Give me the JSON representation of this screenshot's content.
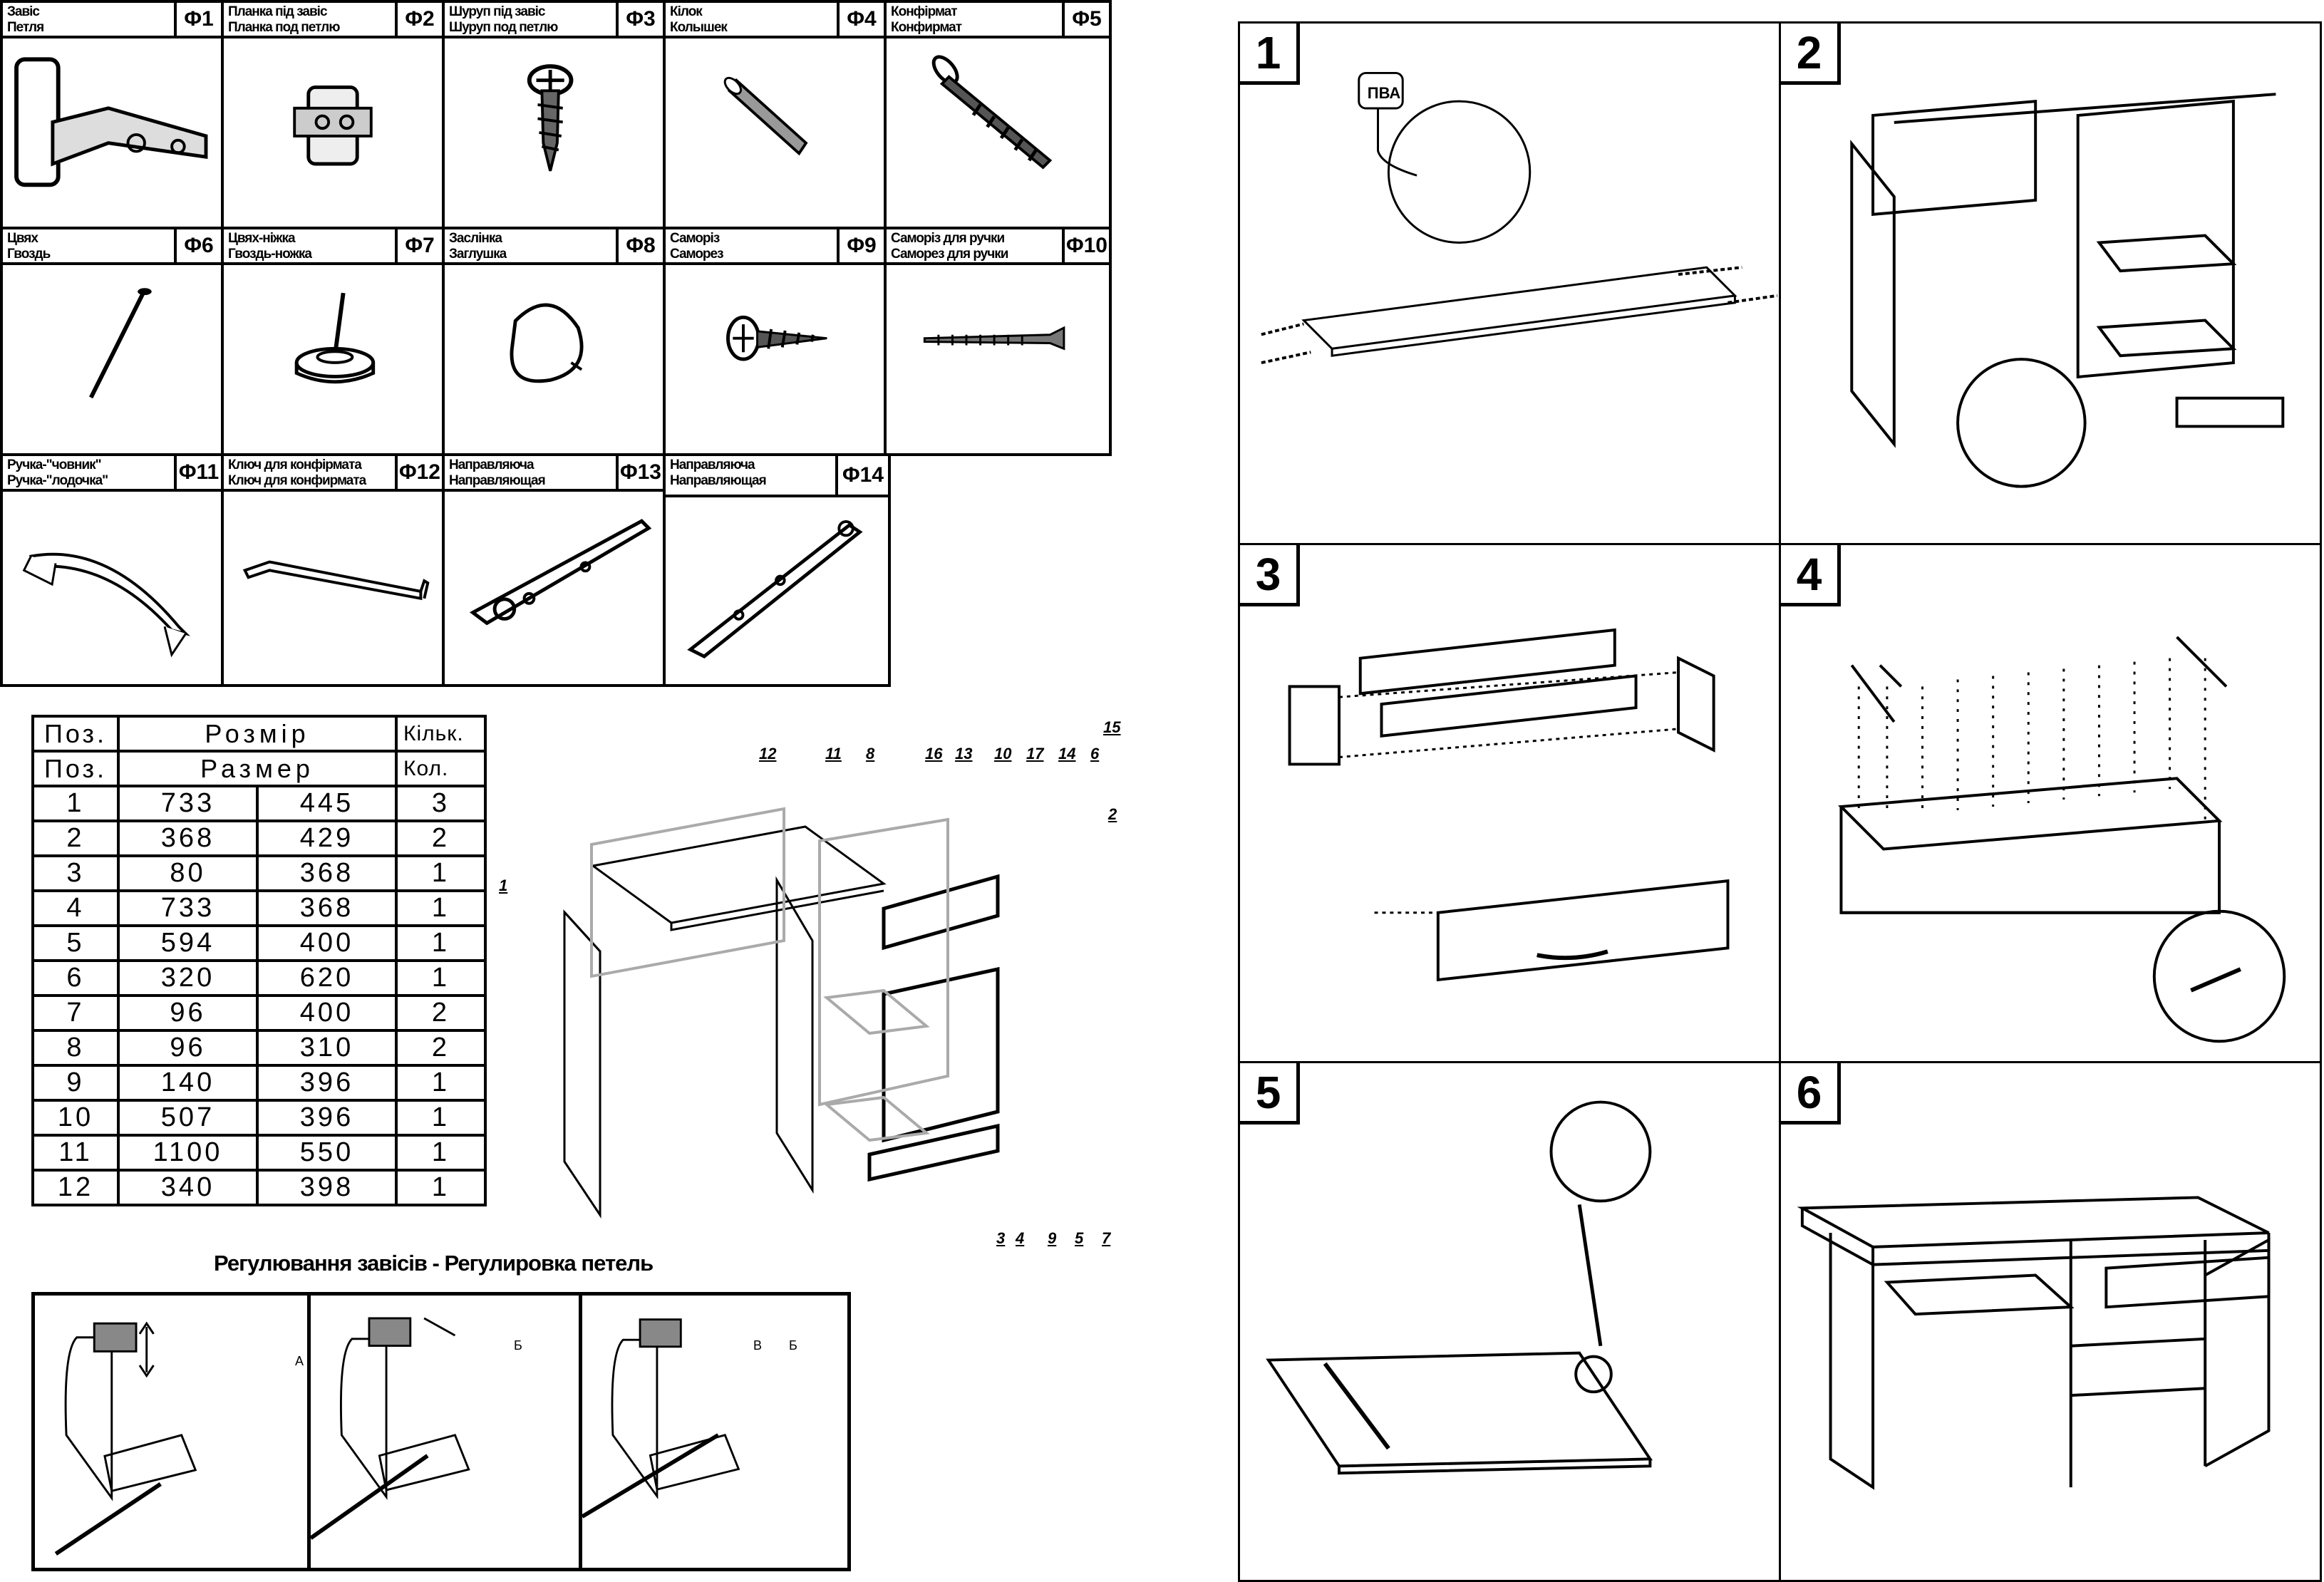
{
  "fittings": [
    {
      "code": "Φ1",
      "name_ua": "Завіс",
      "name_ru": "Петля",
      "icon": "hinge-icon"
    },
    {
      "code": "Φ2",
      "name_ua": "Планка під завіс",
      "name_ru": "Планка под петлю",
      "icon": "mounting-plate-icon"
    },
    {
      "code": "Φ3",
      "name_ua": "Шуруп під завіс",
      "name_ru": "Шуруп под петлю",
      "icon": "hinge-screw-icon"
    },
    {
      "code": "Φ4",
      "name_ua": "Кілок",
      "name_ru": "Колышек",
      "icon": "dowel-icon"
    },
    {
      "code": "Φ5",
      "name_ua": "Конфірмат",
      "name_ru": "Конфирмат",
      "icon": "confirmat-screw-icon"
    },
    {
      "code": "Φ6",
      "name_ua": "Цвях",
      "name_ru": "Гвоздь",
      "icon": "nail-icon"
    },
    {
      "code": "Φ7",
      "name_ua": "Цвях-ніжка",
      "name_ru": "Гвоздь-ножка",
      "icon": "nail-foot-icon"
    },
    {
      "code": "Φ8",
      "name_ua": "Заслінка",
      "name_ru": "Заглушка",
      "icon": "cap-icon"
    },
    {
      "code": "Φ9",
      "name_ua": "Саморіз",
      "name_ru": "Саморез",
      "icon": "self-tapping-screw-icon"
    },
    {
      "code": "Φ10",
      "name_ua": "Саморіз для ручки",
      "name_ru": "Саморез для ручки",
      "icon": "handle-screw-icon"
    },
    {
      "code": "Φ11",
      "name_ua": "Ручка-\"човник\"",
      "name_ru": "Ручка-\"лодочка\"",
      "icon": "boat-handle-icon"
    },
    {
      "code": "Φ12",
      "name_ua": "Ключ для конфірмата",
      "name_ru": "Ключ для конфирмата",
      "icon": "hex-key-icon"
    },
    {
      "code": "Φ13",
      "name_ua": "Направляюча",
      "name_ru": "Направляющая",
      "icon": "drawer-runner-icon"
    },
    {
      "code": "Φ14",
      "name_ua": "Направляюча",
      "name_ru": "Направляющая",
      "icon": "drawer-runner-icon"
    }
  ],
  "parts_table": {
    "header_ua": {
      "pos": "Поз.",
      "size": "Розмір",
      "qty": "Кільк."
    },
    "header_ru": {
      "pos": "Поз.",
      "size": "Размер",
      "qty": "Кол."
    },
    "rows": [
      {
        "pos": "1",
        "a": "733",
        "b": "445",
        "qty": "3"
      },
      {
        "pos": "2",
        "a": "368",
        "b": "429",
        "qty": "2"
      },
      {
        "pos": "3",
        "a": "80",
        "b": "368",
        "qty": "1"
      },
      {
        "pos": "4",
        "a": "733",
        "b": "368",
        "qty": "1"
      },
      {
        "pos": "5",
        "a": "594",
        "b": "400",
        "qty": "1"
      },
      {
        "pos": "6",
        "a": "320",
        "b": "620",
        "qty": "1"
      },
      {
        "pos": "7",
        "a": "96",
        "b": "400",
        "qty": "2"
      },
      {
        "pos": "8",
        "a": "96",
        "b": "310",
        "qty": "2"
      },
      {
        "pos": "9",
        "a": "140",
        "b": "396",
        "qty": "1"
      },
      {
        "pos": "10",
        "a": "507",
        "b": "396",
        "qty": "1"
      },
      {
        "pos": "11",
        "a": "1100",
        "b": "550",
        "qty": "1"
      },
      {
        "pos": "12",
        "a": "340",
        "b": "398",
        "qty": "1"
      }
    ]
  },
  "exploded_view": {
    "callouts_top": [
      "12",
      "11",
      "8",
      "16",
      "13",
      "10",
      "17",
      "14",
      "15",
      "6"
    ],
    "callouts_side": [
      "1",
      "2"
    ],
    "callouts_bottom": [
      "3",
      "4",
      "9",
      "5",
      "7"
    ]
  },
  "hinge_adjustment": {
    "title": "Регулювання завісів - Регулировка петель",
    "panels": [
      {
        "labels": [
          "А"
        ]
      },
      {
        "labels": [
          "Б"
        ]
      },
      {
        "labels": [
          "В",
          "Б"
        ]
      }
    ]
  },
  "steps": [
    {
      "number": "1",
      "glue_label": "ПВА"
    },
    {
      "number": "2"
    },
    {
      "number": "3"
    },
    {
      "number": "4"
    },
    {
      "number": "5"
    },
    {
      "number": "6"
    }
  ]
}
